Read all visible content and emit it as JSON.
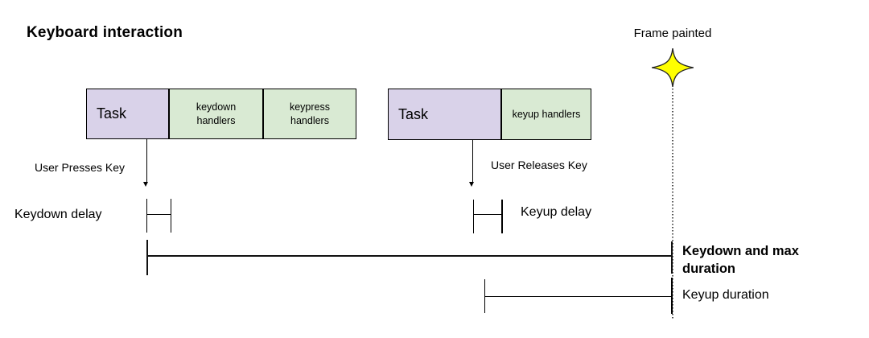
{
  "title": "Keyboard interaction",
  "frame_marker": {
    "label": "Frame painted"
  },
  "groups": {
    "keydown": {
      "task_label": "Task",
      "handler1": "keydown handlers",
      "handler2": "keypress handlers"
    },
    "keyup": {
      "task_label": "Task",
      "handler1": "keyup handlers"
    }
  },
  "labels": {
    "user_presses_key": "User Presses Key",
    "keydown_delay": "Keydown delay",
    "user_releases_key": "User Releases Key",
    "keyup_delay": "Keyup delay",
    "keydown_max_duration": "Keydown and max duration",
    "keyup_duration": "Keyup duration"
  },
  "colors": {
    "task_fill": "#d9d2e9",
    "handler_fill": "#d9ead3",
    "star_fill": "#ffff00",
    "line_color": "#000000",
    "background": "#ffffff"
  }
}
